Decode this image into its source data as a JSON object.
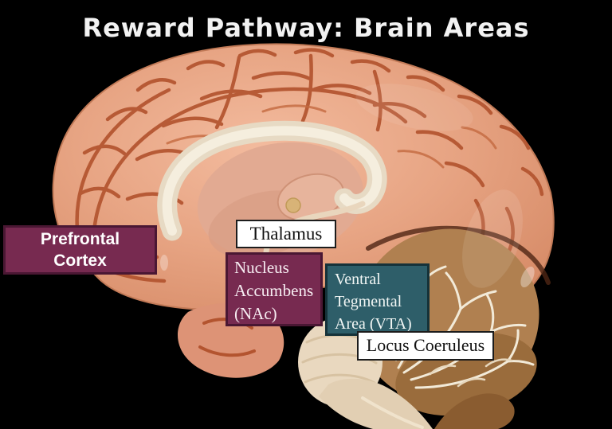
{
  "slide": {
    "title": {
      "line1": "Reward Pathway: Brain",
      "line2": "Areas"
    },
    "background_color": "#000000",
    "title_color": "#f2f2f2"
  },
  "figure": {
    "name": "midsagittal-human-brain-photo",
    "palette": {
      "cortex": "#e7a483",
      "sulci": "#b3542f",
      "corpus_callosum": "#ebdfcb",
      "cerebellum": "#b08050",
      "cerebellum_branches": "#f2ead8",
      "brainstem": "#e9d8bf"
    }
  },
  "labels": {
    "prefrontal_cortex": {
      "line1": "Prefrontal",
      "line2": "Cortex",
      "bg": "#772a50",
      "border": "#4a1733",
      "text_color": "#ffffff"
    },
    "thalamus": {
      "text": "Thalamus",
      "bg": "#ffffff",
      "border": "#1c1c1c",
      "text_color": "#111111"
    },
    "nucleus_accumbens": {
      "line1": "Nucleus",
      "line2": "Accumbens",
      "line3": "(NAc)",
      "bg": "#772a50",
      "border": "#4a1733",
      "text_color": "#ffffff"
    },
    "ventral_tegmental_area": {
      "line1": "Ventral",
      "line2": "Tegmental",
      "line3": "Area (VTA)",
      "bg": "#2e5e69",
      "border": "#153239",
      "text_color": "#ffffff"
    },
    "locus_coeruleus": {
      "text": "Locus Coeruleus",
      "bg": "#ffffff",
      "border": "#1c1c1c",
      "text_color": "#111111"
    }
  }
}
